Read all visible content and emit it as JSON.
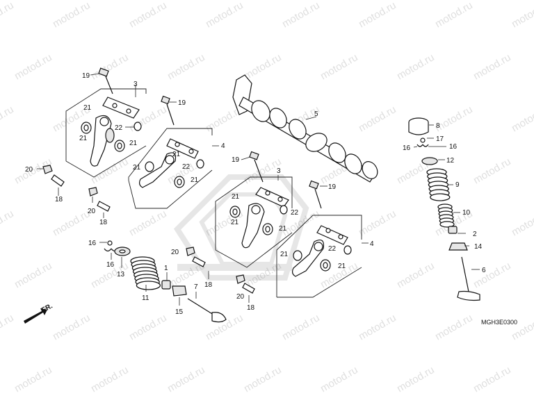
{
  "watermark": "motod.ru",
  "direction_label": "FR.",
  "diagram_code": "MGH3E0300",
  "callouts": {
    "n1": "1",
    "n2": "2",
    "n3a": "3",
    "n3b": "3",
    "n4a": "4",
    "n4b": "4",
    "n5": "5",
    "n6": "6",
    "n7": "7",
    "n8": "8",
    "n9": "9",
    "n10": "10",
    "n11": "11",
    "n12": "12",
    "n13": "13",
    "n14": "14",
    "n15": "15",
    "n16a": "16",
    "n16b": "16",
    "n16c": "16",
    "n17": "17",
    "n18a": "18",
    "n18b": "18",
    "n18c": "18",
    "n18d": "18",
    "n19a": "19",
    "n19b": "19",
    "n19c": "19",
    "n19d": "19",
    "n20a": "20",
    "n20b": "20",
    "n20c": "20",
    "n20d": "20",
    "n21a": "21",
    "n21b": "21",
    "n21c": "21",
    "n21d": "21",
    "n21e": "21",
    "n21f": "21",
    "n21g": "21",
    "n21h": "21",
    "n21i": "21",
    "n21j": "21",
    "n21k": "21",
    "n22a": "22",
    "n22b": "22",
    "n22c": "22",
    "n22d": "22"
  }
}
